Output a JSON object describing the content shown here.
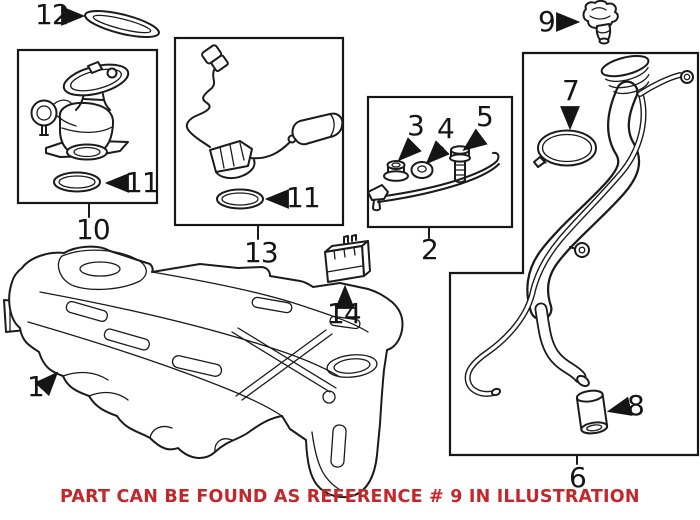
{
  "figure": {
    "type": "auto-parts-diagram",
    "subject": "fuel tank and filler pipe exploded parts illustration",
    "background": "#ffffff",
    "line_color": "#1b1b1b",
    "note": {
      "text": "PART CAN BE FOUND AS REFERENCE # 9 IN ILLUSTRATION",
      "color": "#c4272b"
    },
    "callouts": {
      "n1": {
        "label": "1"
      },
      "n2": {
        "label": "2"
      },
      "n3": {
        "label": "3"
      },
      "n4": {
        "label": "4"
      },
      "n5": {
        "label": "5"
      },
      "n6": {
        "label": "6"
      },
      "n7": {
        "label": "7"
      },
      "n8": {
        "label": "8"
      },
      "n9": {
        "label": "9"
      },
      "n10": {
        "label": "10"
      },
      "n11a": {
        "label": "11"
      },
      "n11b": {
        "label": "11"
      },
      "n12": {
        "label": "12"
      },
      "n13": {
        "label": "13"
      },
      "n14": {
        "label": "14"
      }
    }
  }
}
